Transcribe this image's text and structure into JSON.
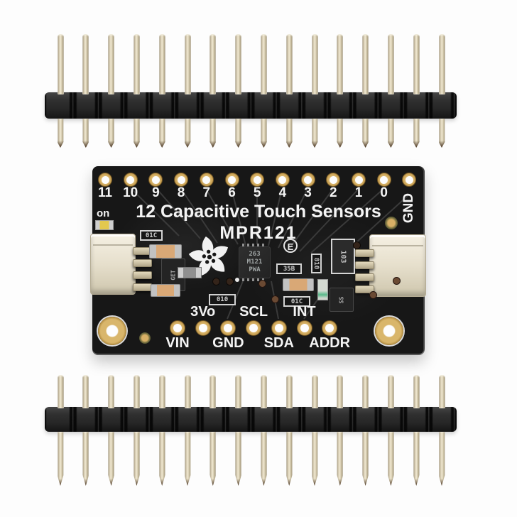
{
  "scene": {
    "kind": "product-photo",
    "subject": "Adafruit MPR121 capacitive touch sensor breakout board with two male pin header strips",
    "background_color": "#fdfdfd"
  },
  "headers": {
    "strips": 2,
    "pins_per_strip": 16,
    "pin_metal_color": "#d8ceb4",
    "housing_color": "#2b2b2b"
  },
  "board": {
    "title": "12 Capacitive Touch Sensors",
    "subtitle": "MPR121",
    "power_led_label": "on",
    "top_pins": [
      "11",
      "10",
      "9",
      "8",
      "7",
      "6",
      "5",
      "4",
      "3",
      "2",
      "1",
      "0",
      "GND"
    ],
    "bottom_pins": [
      {
        "label": "VIN",
        "row": "below"
      },
      {
        "label": "3Vo",
        "row": "above"
      },
      {
        "label": "GND",
        "row": "below"
      },
      {
        "label": "SCL",
        "row": "above"
      },
      {
        "label": "SDA",
        "row": "below"
      },
      {
        "label": "INT",
        "row": "above"
      },
      {
        "label": "ADDR",
        "row": "below"
      }
    ],
    "counts": {
      "top_holes": 13,
      "bottom_holes": 7,
      "mounting_holes": 2,
      "jst_connectors": 2
    },
    "chip": {
      "marking_lines": [
        "263",
        "M121",
        "PWA"
      ]
    },
    "emc_mark": "E",
    "component_markings": {
      "regulator": "GET",
      "resistor_network": "103",
      "transistor": "SS",
      "r_top_left": "01C",
      "r_bottom_left": "010",
      "r_mid_right": "35B",
      "r_low_right": "01C",
      "r_vert_right": "810"
    },
    "colors": {
      "pcb": "#171717",
      "silkscreen": "#f4f4f4",
      "pad_gold": "#c49c4f",
      "jst_connector": "#e8e2d0",
      "led_yellow": "#e3c84f",
      "led_green": "#58b98a"
    }
  }
}
